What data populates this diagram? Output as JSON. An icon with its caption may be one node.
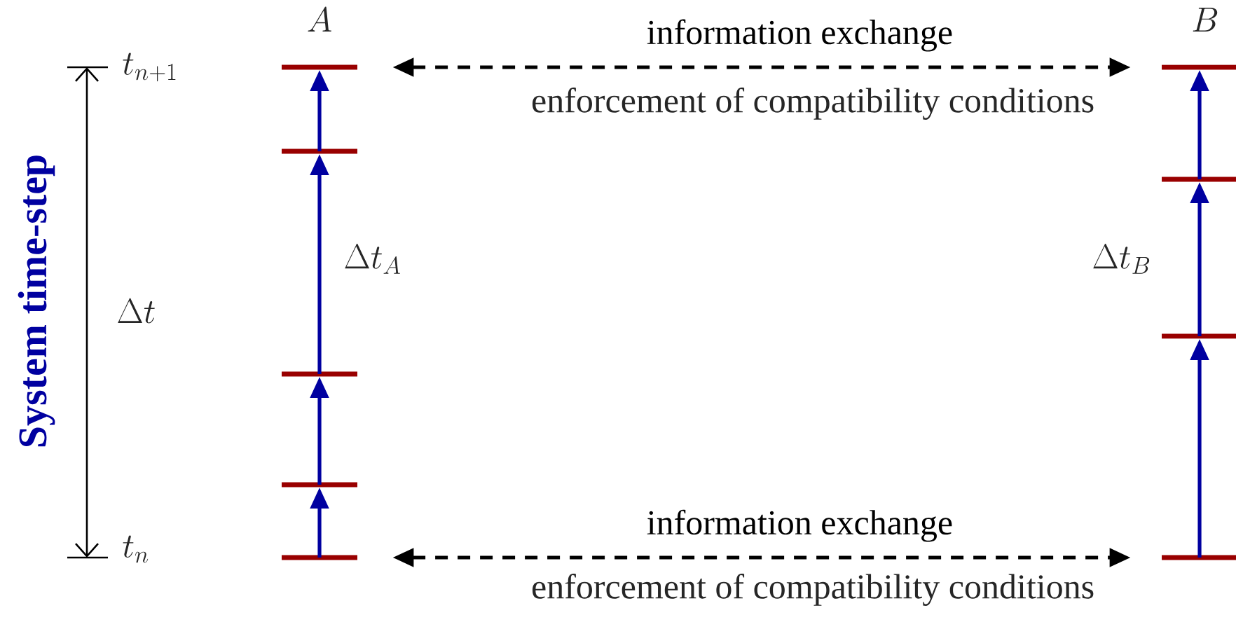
{
  "diagram": {
    "nodes": [
      {
        "text": [],
        "shape": "bar"
      },
      {
        "text": [],
        "shape": "bar"
      },
      {
        "text": [],
        "shape": "bar"
      },
      {
        "text": [],
        "shape": "bar"
      },
      {
        "text": [],
        "shape": "bar"
      },
      {
        "text": [],
        "shape": "bar"
      },
      {
        "text": [],
        "shape": "bar"
      },
      {
        "text": [],
        "shape": "bar"
      },
      {
        "text": [],
        "shape": "bar"
      }
    ],
    "edges": [
      {
        "from": 1,
        "to": 0,
        "arrow": "to"
      },
      {
        "from": 2,
        "to": 1,
        "arrow": "to"
      },
      {
        "from": 3,
        "to": 2,
        "arrow": "to"
      },
      {
        "from": 4,
        "to": 3,
        "arrow": "to"
      },
      {
        "from": 6,
        "to": 5,
        "arrow": "to"
      },
      {
        "from": 7,
        "to": 6,
        "arrow": "to"
      },
      {
        "from": 8,
        "to": 7,
        "arrow": "to"
      },
      {
        "from": 0,
        "to": 5,
        "arrow": "both",
        "label": "information exchange",
        "style": "dashed",
        "color": "#000000"
      },
      {
        "from": 4,
        "to": 8,
        "arrow": "both",
        "label": "information exchange",
        "style": "dashed",
        "color": "#000000"
      }
    ],
    "labels": [
      "A",
      "B",
      "t_{n+1}",
      "enforcement of compatibility conditions",
      "\\Delta t_A",
      "\\Delta t_B",
      "System time-step",
      "\\Delta t",
      "t_n",
      "enforcement of compatibility conditions"
    ]
  }
}
